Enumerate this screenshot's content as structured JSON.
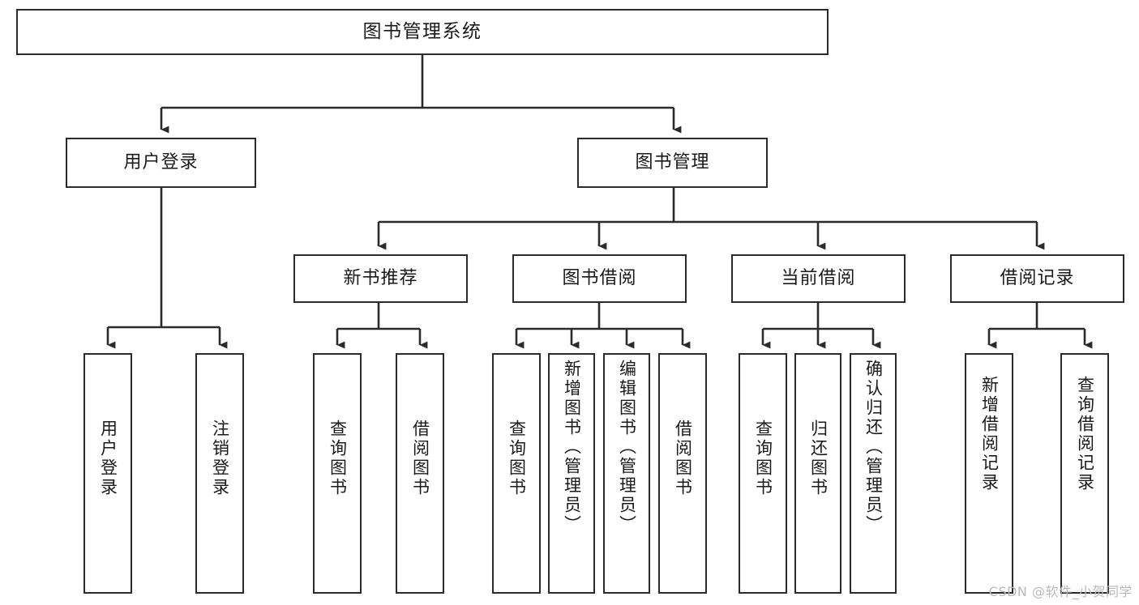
{
  "diagram": {
    "title": "图书管理系统",
    "type": "tree-hierarchy-chart",
    "root": {
      "label": "图书管理系统"
    },
    "level2": [
      {
        "label": "用户登录"
      },
      {
        "label": "图书管理"
      }
    ],
    "level3": [
      {
        "label": "新书推荐"
      },
      {
        "label": "图书借阅"
      },
      {
        "label": "当前借阅"
      },
      {
        "label": "借阅记录"
      }
    ],
    "leaves": {
      "user_login": [
        {
          "label": "用户登录"
        },
        {
          "label": "注销登录"
        }
      ],
      "new_book_recommend": [
        {
          "label": "查询图书"
        },
        {
          "label": "借阅图书"
        }
      ],
      "book_borrow": [
        {
          "label": "查询图书"
        },
        {
          "label": "新增图书（管理员）"
        },
        {
          "label": "编辑图书（管理员）"
        },
        {
          "label": "借阅图书"
        }
      ],
      "current_borrow": [
        {
          "label": "查询图书"
        },
        {
          "label": "归还图书"
        },
        {
          "label": "确认归还（管理员）"
        }
      ],
      "borrow_record": [
        {
          "label": "新增借阅记录"
        },
        {
          "label": "查询借阅记录"
        }
      ]
    }
  },
  "watermark": {
    "text": "CSDN @软件_小贺同学"
  },
  "colors": {
    "box_border": "#2b2b2b",
    "box_fill": "#ffffff",
    "connector": "#2b2b2b",
    "text": "#1a1a1a",
    "watermark": "#b9b9b9",
    "background": "#ffffff"
  }
}
